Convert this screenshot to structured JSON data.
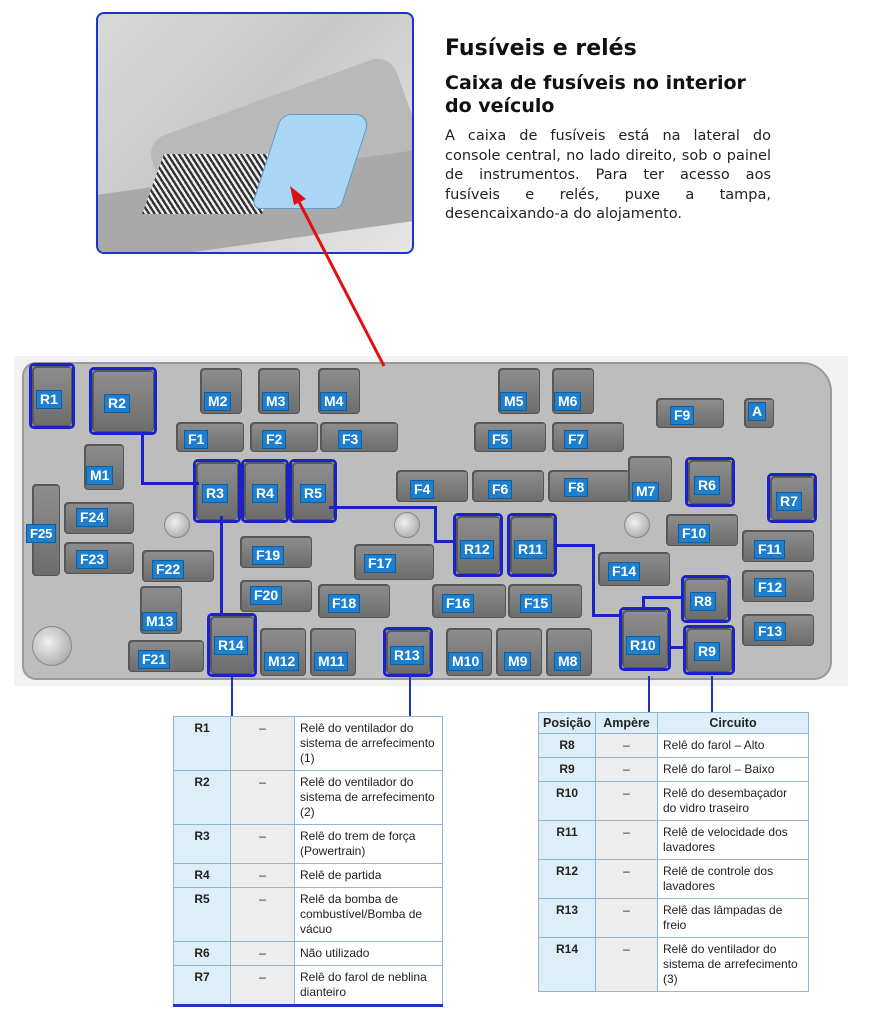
{
  "header": {
    "title": "Fusíveis e relés",
    "subtitle": "Caixa de fusíveis no interior do veículo",
    "intro": "A caixa de fusíveis está na lateral do console central, no lado direito, sob o painel de instrumentos. Para ter acesso aos fusíveis e relés, puxe a tampa, desencaixando-a do alojamento."
  },
  "diagram": {
    "labels": {
      "R1": "R1",
      "R2": "R2",
      "R3": "R3",
      "R4": "R4",
      "R5": "R5",
      "R6": "R6",
      "R7": "R7",
      "R8": "R8",
      "R9": "R9",
      "R10": "R10",
      "R11": "R11",
      "R12": "R12",
      "R13": "R13",
      "R14": "R14",
      "M1": "M1",
      "M2": "M2",
      "M3": "M3",
      "M4": "M4",
      "M5": "M5",
      "M6": "M6",
      "M7": "M7",
      "M9": "M9",
      "M8": "M8",
      "M10": "M10",
      "M11": "M11",
      "M12": "M12",
      "M13": "M13",
      "F1": "F1",
      "F2": "F2",
      "F3": "F3",
      "F4": "F4",
      "F5": "F5",
      "F6": "F6",
      "F7": "F7",
      "F8": "F8",
      "F9": "F9",
      "F10": "F10",
      "F11": "F11",
      "F12": "F12",
      "F13": "F13",
      "F14": "F14",
      "F15": "F15",
      "F16": "F16",
      "F17": "F17",
      "F18": "F18",
      "F19": "F19",
      "F20": "F20",
      "F21": "F21",
      "F22": "F22",
      "F23": "F23",
      "F24": "F24",
      "F25": "F25",
      "A": "A"
    }
  },
  "table_left": {
    "rows": [
      {
        "pos": "R1",
        "amp": "–",
        "desc": "Relê do ventilador do sistema de arrefecimento (1)"
      },
      {
        "pos": "R2",
        "amp": "–",
        "desc": "Relê do ventilador do sistema de arrefecimento (2)"
      },
      {
        "pos": "R3",
        "amp": "–",
        "desc": "Relê do trem de força (Powertrain)"
      },
      {
        "pos": "R4",
        "amp": "–",
        "desc": "Relê de partida"
      },
      {
        "pos": "R5",
        "amp": "–",
        "desc": "Relê da bomba de combustível/Bomba de vácuo"
      },
      {
        "pos": "R6",
        "amp": "–",
        "desc": "Não utilizado"
      },
      {
        "pos": "R7",
        "amp": "–",
        "desc": "Relê do farol de neblina dianteiro"
      }
    ]
  },
  "table_right": {
    "headers": {
      "pos": "Posição",
      "amp": "Ampère",
      "circuit": "Circuito"
    },
    "rows": [
      {
        "pos": "R8",
        "amp": "–",
        "desc": "Relê do farol – Alto"
      },
      {
        "pos": "R9",
        "amp": "–",
        "desc": "Relê do farol – Baixo"
      },
      {
        "pos": "R10",
        "amp": "–",
        "desc": "Relê do desembaçador do vidro traseiro"
      },
      {
        "pos": "R11",
        "amp": "–",
        "desc": "Relê de velocidade dos lavadores"
      },
      {
        "pos": "R12",
        "amp": "–",
        "desc": "Relê de controle dos lavadores"
      },
      {
        "pos": "R13",
        "amp": "–",
        "desc": "Relê das lâmpadas de freio"
      },
      {
        "pos": "R14",
        "amp": "–",
        "desc": "Relê do ventilador do sistema de arrefecimento (3)"
      }
    ]
  },
  "colors": {
    "highlight": "#1a22c8",
    "label": "#1f7fcf",
    "arrow": "#e01010",
    "lid": "#a9d6f5"
  }
}
